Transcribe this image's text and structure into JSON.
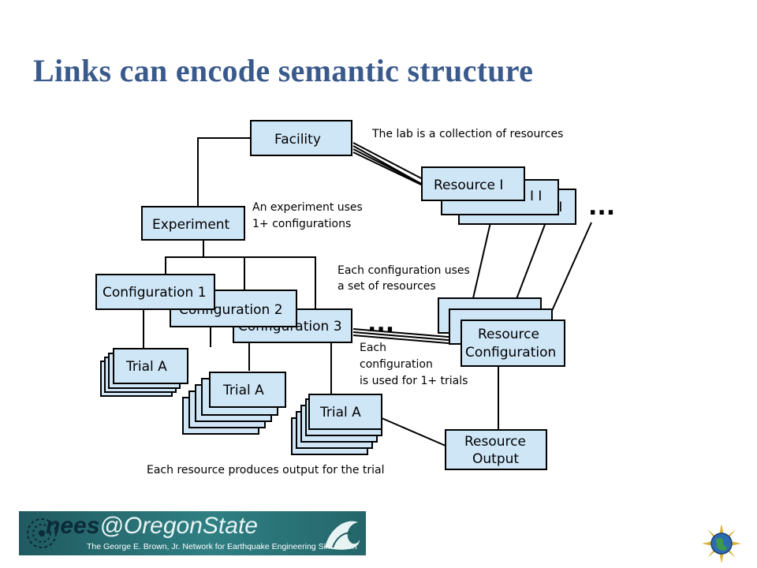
{
  "slide": {
    "title": "Links can encode semantic structure"
  },
  "diagram": {
    "boxes": {
      "facility": "Facility",
      "resource1": "Resource I",
      "resource2_partial": "I I",
      "resource3_partial": "I I",
      "experiment": "Experiment",
      "config1": "Configuration 1",
      "config2": "Configuration 2",
      "config3": "Configuration 3",
      "trial_a1": "Trial A",
      "trial_a2": "Trial A",
      "trial_a3": "Trial A",
      "resource_configuration_line1": "Resource",
      "resource_configuration_line2": "Configuration",
      "resource_output_line1": "Resource",
      "resource_output_line2": "Output"
    },
    "annotations": {
      "lab": "The lab is a collection of resources",
      "experiment_line1": "An experiment uses",
      "experiment_line2": "1+ configurations",
      "configuration_line1": "Each configuration uses",
      "configuration_line2": "a set of resources",
      "trials_line1": "Each",
      "trials_line2": "configuration",
      "trials_line3": "is used for 1+ trials",
      "output": "Each resource produces output for the trial"
    },
    "ellipsis_resources": "...",
    "ellipsis_configs": "..."
  },
  "footer": {
    "logo_nees": "nees",
    "logo_at": "@",
    "logo_osu": "OregonState",
    "logo_subtitle": "The George E. Brown, Jr. Network for Earthquake Engineering Simulation"
  },
  "colors": {
    "title": "#3a5a8c",
    "box_fill": "#cfe6f7",
    "banner": "#2f7f83"
  },
  "icons": [
    "nsf-globe-logo",
    "nees-swirl-logo",
    "wave-logo"
  ]
}
